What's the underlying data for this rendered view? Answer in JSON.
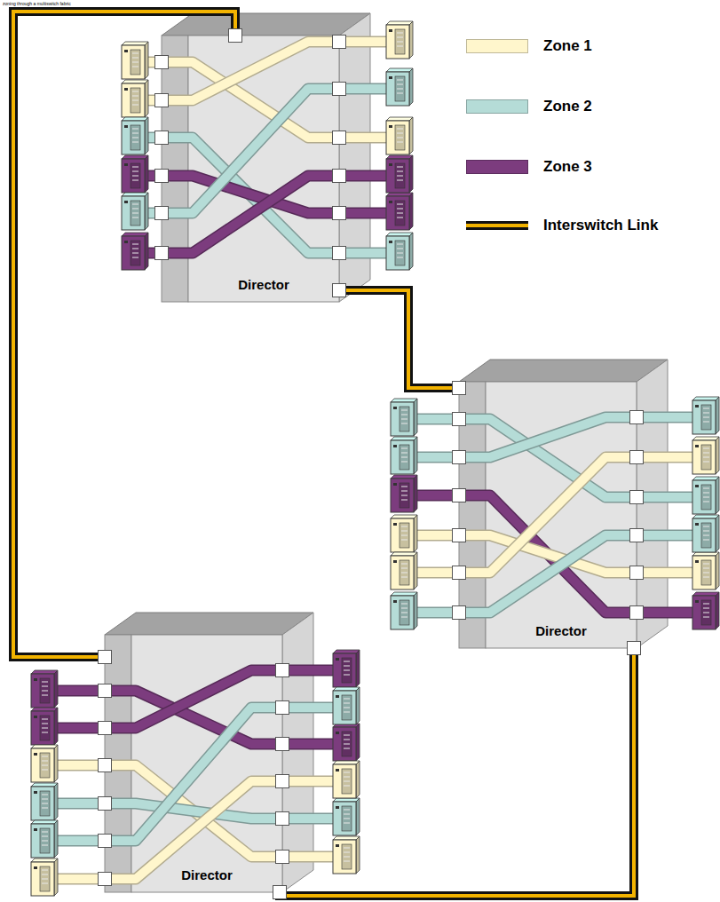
{
  "diagram": {
    "title": "zoning through a multiswitch fabric",
    "nodes": [
      {
        "text": [
          "Director"
        ]
      },
      {
        "text": [
          "Director"
        ]
      },
      {
        "text": [
          "Director"
        ]
      }
    ],
    "edges": [
      {
        "from": 0,
        "to": 1,
        "arrow": "none"
      },
      {
        "from": 1,
        "to": 2,
        "arrow": "none"
      },
      {
        "from": 2,
        "to": 0,
        "arrow": "none"
      }
    ],
    "legend": [
      {
        "text": "Zone 1",
        "color": "#fff6cc"
      },
      {
        "text": "Zone 2",
        "color": "#b5dcd7"
      },
      {
        "text": "Zone 3",
        "color": "#7c3c7e"
      },
      {
        "text": "Interswitch Link"
      }
    ]
  }
}
